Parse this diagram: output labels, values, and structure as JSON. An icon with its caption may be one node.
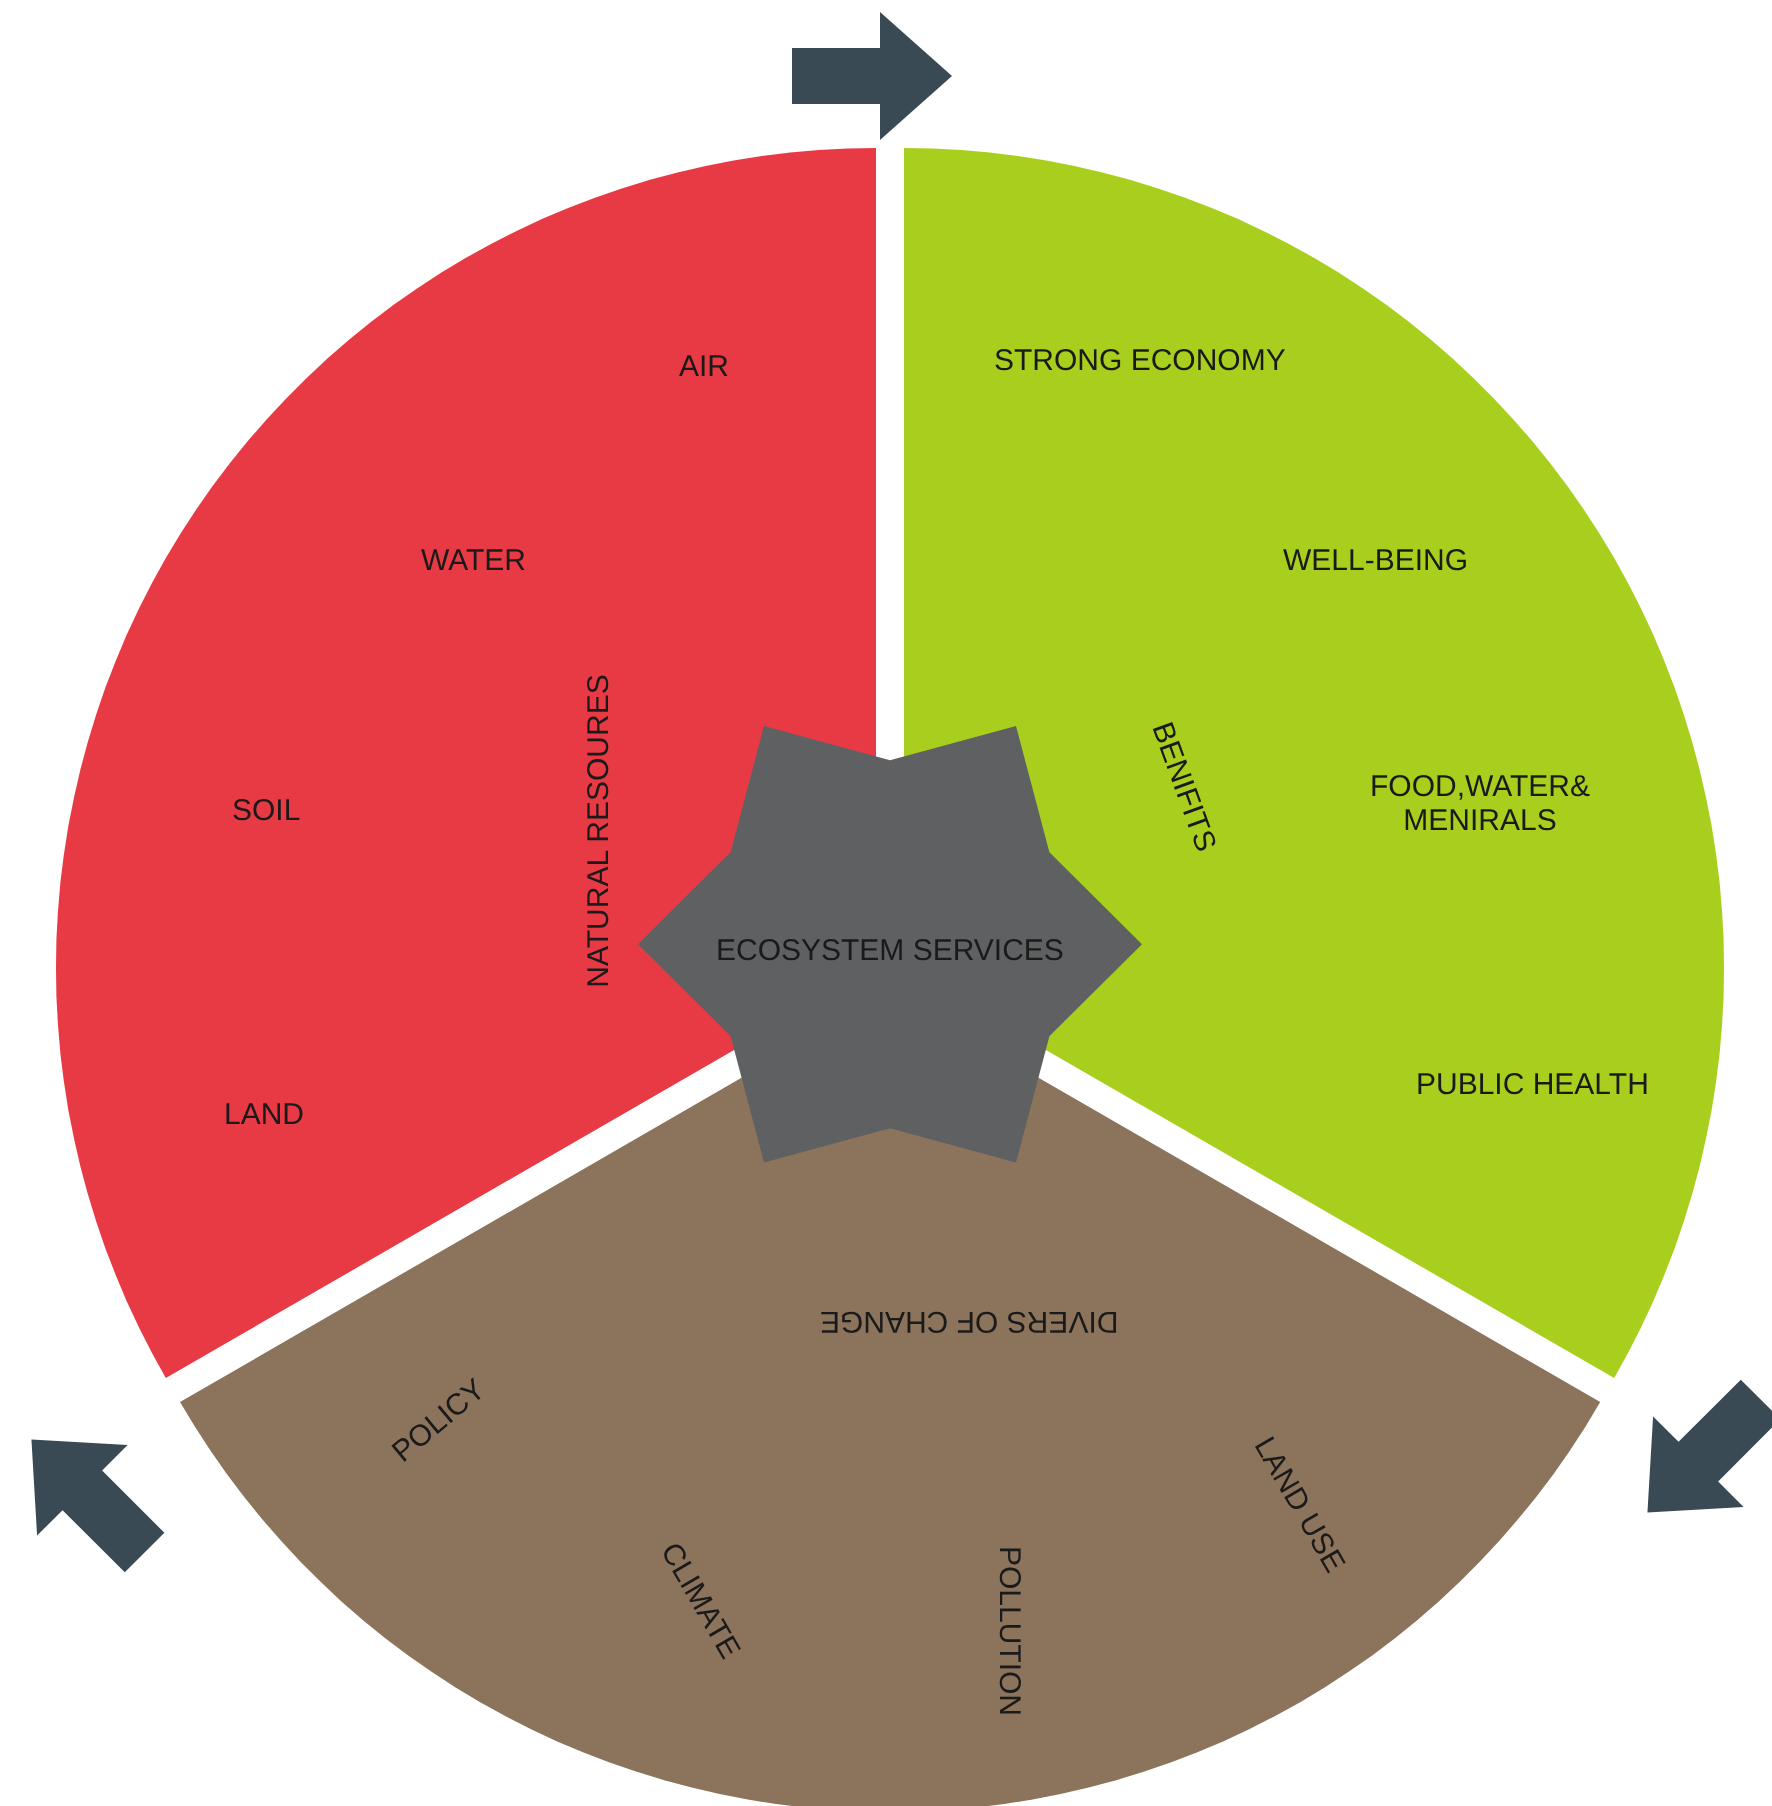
{
  "diagram": {
    "nodes": [
      {
        "text": [
          "NATURAL RESOURES",
          "AIR",
          "WATER",
          "SOIL",
          "LAND"
        ]
      },
      {
        "text": [
          "BENIFITS",
          "STRONG ECONOMY",
          "WELL-BEING",
          "FOOD,WATER& MENIRALS",
          "PUBLIC HEALTH"
        ]
      },
      {
        "text": [
          "DIVERS OF CHANGE",
          "POLICY",
          "CLIMATE",
          "POLLUTION",
          "LAND USE"
        ]
      },
      {
        "text": [
          "ECOSYSTEM SERVICES"
        ]
      }
    ]
  }
}
